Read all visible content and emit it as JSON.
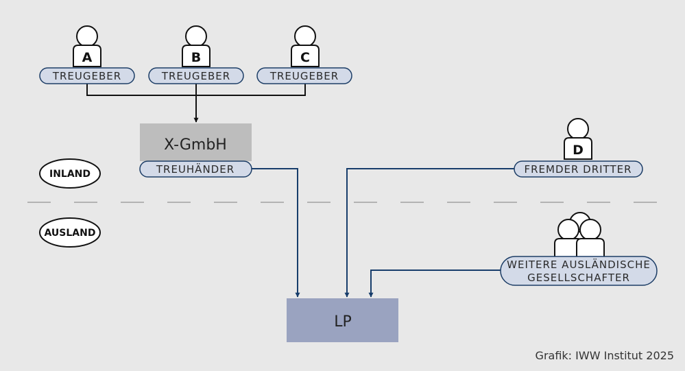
{
  "persons": [
    {
      "letter": "A",
      "role": "TREUGEBER"
    },
    {
      "letter": "B",
      "role": "TREUGEBER"
    },
    {
      "letter": "C",
      "role": "TREUGEBER"
    },
    {
      "letter": "D",
      "role": "FREMDER DRITTER"
    }
  ],
  "trustee": {
    "name": "X-GmbH",
    "role": "TREUHÄNDER"
  },
  "target": {
    "name": "LP"
  },
  "group": {
    "line1": "WEITERE AUSLÄNDISCHE",
    "line2": "GESELLSCHAFTER"
  },
  "regions": {
    "domestic": "INLAND",
    "foreign": "AUSLAND"
  },
  "credit": "Grafik: IWW Institut 2025",
  "colors": {
    "background": "#e8e8e8",
    "pill_fill": "#d3dae8",
    "pill_stroke": "#1c3d66",
    "trustee_box": "#bdbdbd",
    "target_box": "#9aa3c0",
    "arrow_blue": "#173d6b",
    "arrow_black": "#111111",
    "divider": "#b3b3b3"
  }
}
